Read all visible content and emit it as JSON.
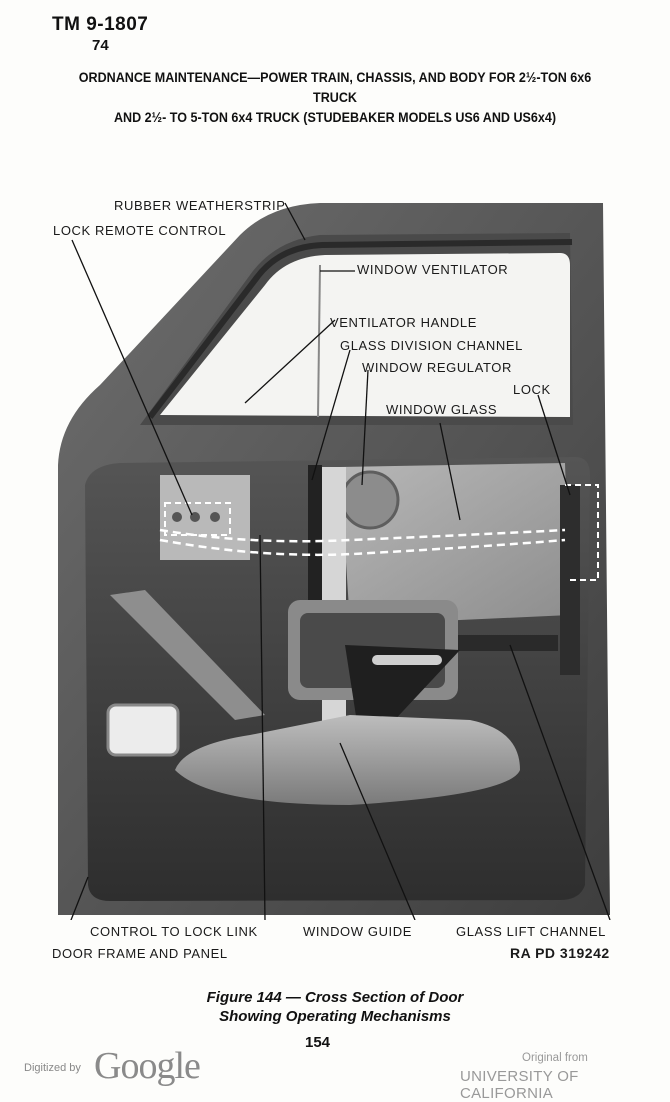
{
  "header": {
    "manual_id": "TM 9-1807",
    "page_ref": "74",
    "title_line1": "ORDNANCE MAINTENANCE—POWER TRAIN, CHASSIS, AND BODY FOR 2½-TON 6x6 TRUCK",
    "title_line2": "AND 2½- TO 5-TON 6x4 TRUCK (STUDEBAKER MODELS US6 AND US6x4)"
  },
  "figure": {
    "labels": {
      "rubber_weatherstrip": "RUBBER WEATHERSTRIP",
      "lock_remote_control": "LOCK REMOTE CONTROL",
      "window_ventilator": "WINDOW VENTILATOR",
      "ventilator_handle": "VENTILATOR HANDLE",
      "glass_division_channel": "GLASS DIVISION CHANNEL",
      "window_regulator": "WINDOW REGULATOR",
      "lock": "LOCK",
      "window_glass": "WINDOW GLASS",
      "control_to_lock_link": "CONTROL TO LOCK LINK",
      "window_guide": "WINDOW GUIDE",
      "glass_lift_channel": "GLASS LIFT CHANNEL",
      "door_frame_and_panel": "DOOR FRAME AND PANEL",
      "ra_pd": "RA PD 319242"
    }
  },
  "caption": {
    "line1": "Figure 144 — Cross Section of Door",
    "line2": "Showing Operating Mechanisms"
  },
  "page_number": "154",
  "footer": {
    "digitized_by": "Digitized by",
    "google": "Google",
    "original_from": "Original from",
    "university": "UNIVERSITY OF CALIFORNIA"
  }
}
